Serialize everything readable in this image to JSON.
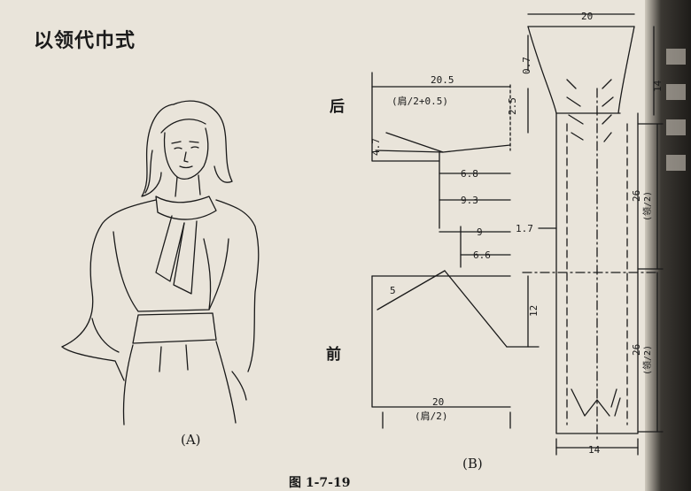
{
  "title": "以领代巾式",
  "figure_number": "图 1-7-19",
  "captions": {
    "a": "(A)",
    "b": "(B)"
  },
  "labels": {
    "back": "后",
    "front": "前"
  },
  "back_dims": {
    "width": "20.5",
    "width_formula": "(肩/2+0.5)",
    "height": "2.5",
    "slope": "4.7",
    "neck_a": "6.8",
    "neck_b": "9.3"
  },
  "front_dims": {
    "neck_a": "9",
    "neck_b": "6.6",
    "slope": "5",
    "depth": "12",
    "width": "20",
    "width_formula": "(肩/2)",
    "offset": "1.7"
  },
  "collar_dims": {
    "top_width": "20",
    "top_h1": "0.7",
    "top_h2": "14",
    "length_upper": "26",
    "length_upper_formula": "(领/2)",
    "length_lower": "26",
    "length_lower_formula": "(领/2)",
    "bottom_width": "14"
  }
}
